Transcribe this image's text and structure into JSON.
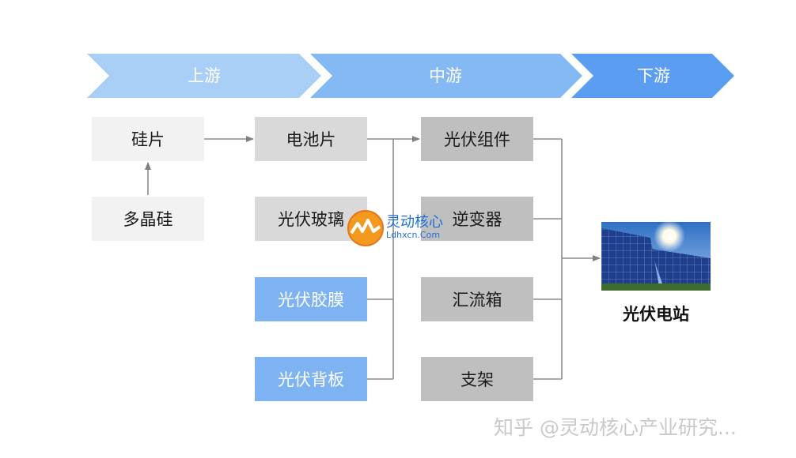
{
  "stages": [
    {
      "label": "上游",
      "color": "#a9cff6"
    },
    {
      "label": "中游",
      "color": "#84b9f3"
    },
    {
      "label": "下游",
      "color": "#5b9df0"
    }
  ],
  "upstream": {
    "wafer": "硅片",
    "polysilicon": "多晶硅"
  },
  "midstream_materials": {
    "cell": "电池片",
    "glass": "光伏玻璃",
    "film": "光伏胶膜",
    "backsheet": "光伏背板"
  },
  "midstream_products": {
    "module": "光伏组件",
    "inverter": "逆变器",
    "combiner_box": "汇流箱",
    "bracket": "支架"
  },
  "downstream": {
    "station": "光伏电站"
  },
  "logo": {
    "name": "灵动核心",
    "site": "Ldhxcn.Com"
  },
  "watermark": "知乎 @灵动核心产业研究..."
}
